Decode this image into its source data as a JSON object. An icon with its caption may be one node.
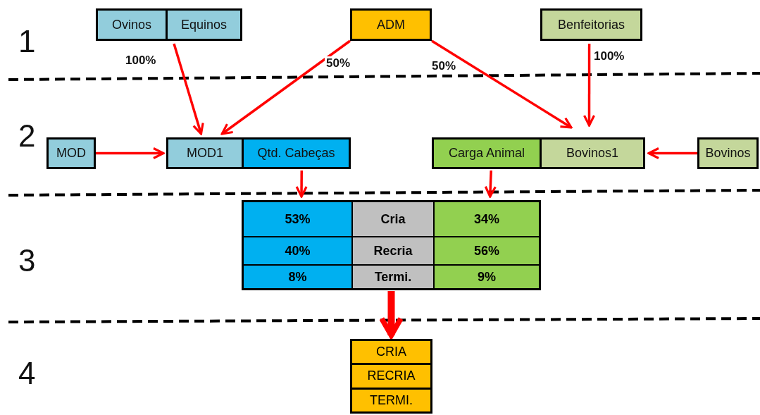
{
  "diagram": {
    "nodes": [
      {
        "text": [
          "Ovinos"
        ]
      },
      {
        "text": [
          "Equinos"
        ]
      },
      {
        "text": [
          "ADM"
        ]
      },
      {
        "text": [
          "Benfeitorias"
        ]
      },
      {
        "text": [
          "MOD"
        ]
      },
      {
        "text": [
          "MOD1"
        ]
      },
      {
        "text": [
          "Qtd. Cabeças"
        ]
      },
      {
        "text": [
          "Carga Animal"
        ]
      },
      {
        "text": [
          "Bovinos1"
        ]
      },
      {
        "text": [
          "Bovinos"
        ]
      },
      {
        "text": [
          "53%",
          "Cria",
          "34%",
          "40%",
          "Recria",
          "56%",
          "8%",
          "Termi.",
          "9%"
        ]
      },
      {
        "text": [
          "CRIA",
          "RECRIA",
          "TERMI."
        ]
      }
    ],
    "edges": [
      {
        "from": 1,
        "to": 5,
        "arrow": "to",
        "label": "100%"
      },
      {
        "from": 2,
        "to": 5,
        "arrow": "to",
        "label": "50%"
      },
      {
        "from": 2,
        "to": 8,
        "arrow": "to",
        "label": "50%"
      },
      {
        "from": 3,
        "to": 8,
        "arrow": "to",
        "label": "100%"
      },
      {
        "from": 4,
        "to": 5,
        "arrow": "to"
      },
      {
        "from": 9,
        "to": 8,
        "arrow": "to"
      },
      {
        "from": 6,
        "to": 10,
        "arrow": "to"
      },
      {
        "from": 7,
        "to": 10,
        "arrow": "to"
      },
      {
        "from": 10,
        "to": 11,
        "arrow": "to",
        "style": "thick"
      }
    ],
    "labels": [
      "1",
      "2",
      "3",
      "4"
    ]
  }
}
